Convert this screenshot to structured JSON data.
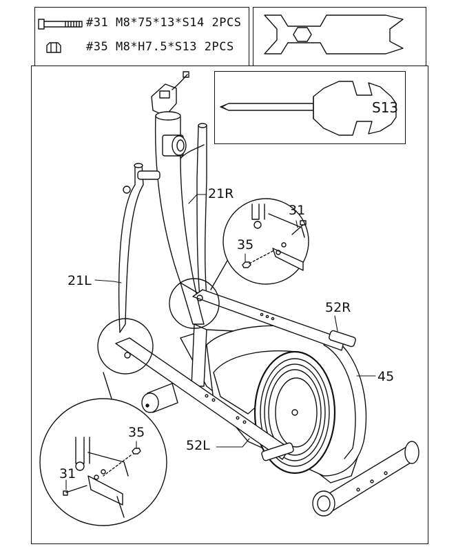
{
  "hardware_box": {
    "bolt": {
      "label": "#31 M8*75*13*S14 2PCS",
      "icon": "bolt-icon"
    },
    "nut": {
      "label": "#35 M8*H7.5*S13 2PCS",
      "icon": "nut-icon"
    }
  },
  "tools": {
    "screwdriver_wrench": {
      "label": "S13",
      "icon": "screwdriver-wrench-icon"
    },
    "open_wrench": {
      "icon": "wrench-icon"
    }
  },
  "part_labels": {
    "handlebar_right": "21R",
    "handlebar_left": "21L",
    "pedal_arm_right": "52R",
    "pedal_arm_left": "52L",
    "flywheel_cover": "45"
  },
  "detail_labels": {
    "upper": {
      "bolt": "31",
      "nut": "35"
    },
    "lower": {
      "bolt": "31",
      "nut": "35"
    }
  }
}
